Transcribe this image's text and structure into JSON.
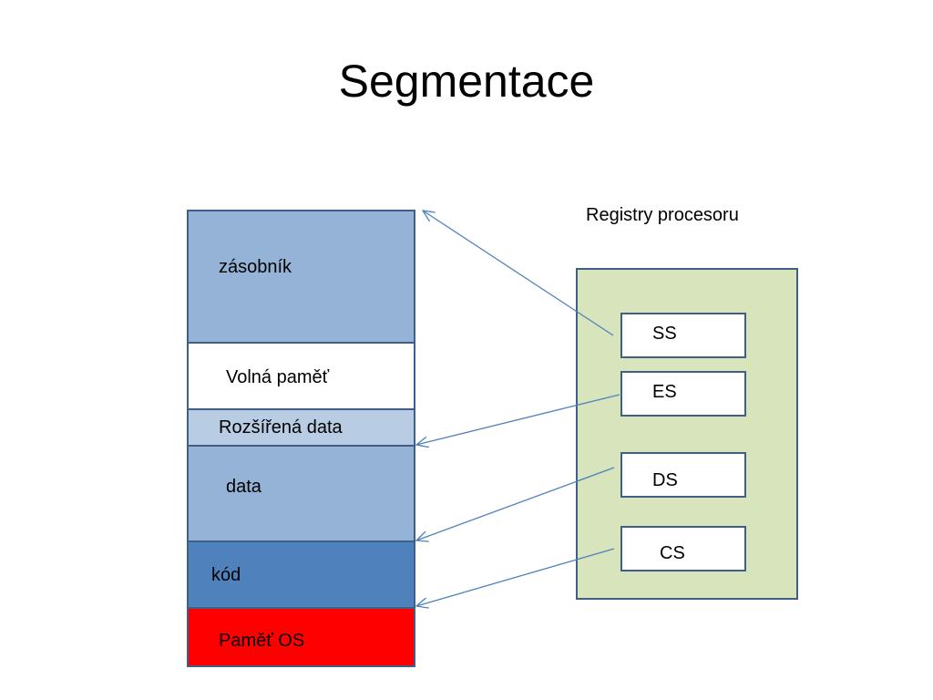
{
  "title": "Segmentace",
  "memory": {
    "segments": [
      {
        "label": "zásobník",
        "color": "#95b3d7"
      },
      {
        "label": "Volná paměť",
        "color": "#ffffff"
      },
      {
        "label": "Rozšířená data",
        "color": "#b8cce4"
      },
      {
        "label": "data",
        "color": "#95b3d7"
      },
      {
        "label": "kód",
        "color": "#4f81bd"
      },
      {
        "label": "Paměť OS",
        "color": "#ff0000"
      }
    ]
  },
  "registers": {
    "heading": "Registry procesoru",
    "panel_color": "#d8e4bc",
    "items": [
      {
        "label": "SS",
        "points_to": "zásobník"
      },
      {
        "label": "ES",
        "points_to": "Rozšířená data"
      },
      {
        "label": "DS",
        "points_to": "data"
      },
      {
        "label": "CS",
        "points_to": "kód"
      }
    ]
  },
  "arrow_color": "#4f81bd"
}
